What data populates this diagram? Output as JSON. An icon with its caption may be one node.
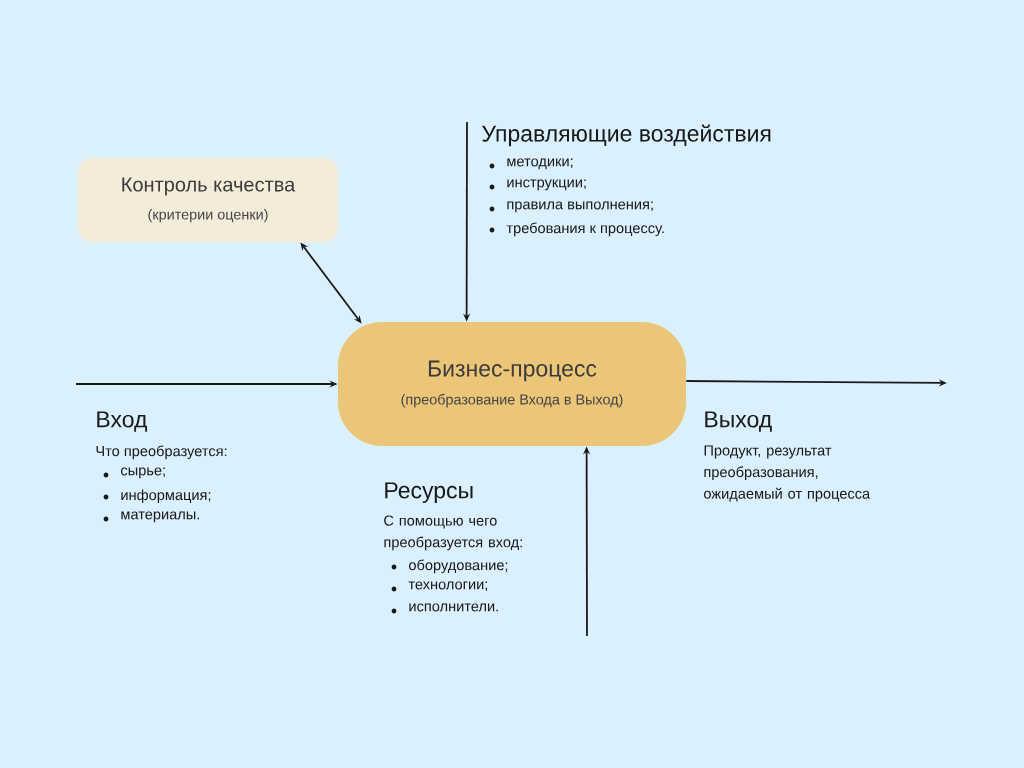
{
  "diagram": {
    "nodes": [
      {
        "text": [
          "Контроль качества",
          "(критерии оценки)"
        ]
      },
      {
        "text": [
          "Бизнес-процесс",
          "(преобразование Входа в Выход)"
        ]
      }
    ],
    "edges": [
      {
        "from": 0,
        "to": 1,
        "arrow": "both"
      },
      {
        "from": null,
        "to": 1,
        "arrow": "to"
      },
      {
        "from": null,
        "to": 1,
        "arrow": "to"
      },
      {
        "from": 1,
        "to": null,
        "arrow": "to"
      },
      {
        "from": null,
        "to": 1,
        "arrow": "to"
      }
    ],
    "labels": [
      "Управляющие воздействия",
      "методики;",
      "инструкции;",
      "правила выполнения;",
      "требования к процессу.",
      "Вход",
      "Что преобразуется:",
      "сырье;",
      "информация;",
      "материалы.",
      "Выход",
      "Продукт, результат преобразования, ожидаемый от процесса",
      "Ресурсы",
      "С помощью чего преобразуется вход:",
      "оборудование;",
      "технологии;",
      "исполнители."
    ]
  }
}
